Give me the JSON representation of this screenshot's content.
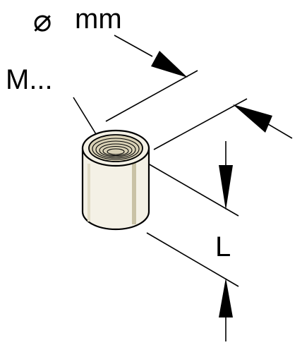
{
  "labels": {
    "diameter_symbol": "⌀",
    "diameter_unit": "mm",
    "thread": "M...",
    "length": "L"
  },
  "colors": {
    "stroke": "#000000",
    "body_fill": "#f4f1e6",
    "thread_fill": "#d8d0b5",
    "background": "#ffffff"
  }
}
